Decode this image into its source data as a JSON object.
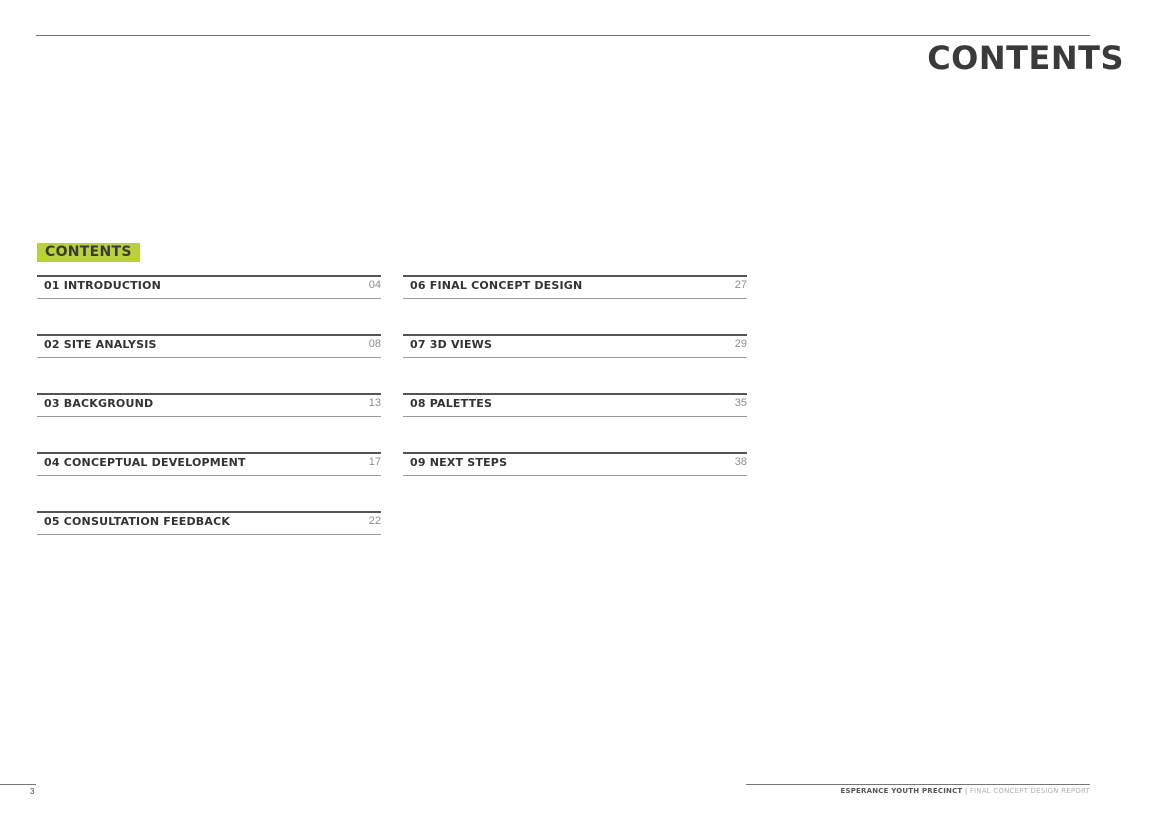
{
  "header": {
    "title": "CONTENTS"
  },
  "section_tag": "CONTENTS",
  "toc": {
    "left": [
      {
        "label": "01 INTRODUCTION",
        "page": "04"
      },
      {
        "label": "02 SITE ANALYSIS",
        "page": "08"
      },
      {
        "label": "03 BACKGROUND",
        "page": "13"
      },
      {
        "label": "04 CONCEPTUAL DEVELOPMENT",
        "page": "17"
      },
      {
        "label": "05 CONSULTATION FEEDBACK",
        "page": "22"
      }
    ],
    "right": [
      {
        "label": "06 FINAL CONCEPT DESIGN",
        "page": "27"
      },
      {
        "label": "07 3D VIEWS",
        "page": "29"
      },
      {
        "label": "08 PALETTES",
        "page": "35"
      },
      {
        "label": "09 NEXT STEPS",
        "page": "38"
      }
    ]
  },
  "footer": {
    "page_number": "3",
    "project_name": "ESPERANCE YOUTH PRECINCT",
    "separator": "|",
    "report_name": "FINAL CONCEPT DESIGN REPORT"
  },
  "colors": {
    "accent": "#b9d23a",
    "text": "#3a3a3a",
    "muted": "#8e8e8e"
  }
}
